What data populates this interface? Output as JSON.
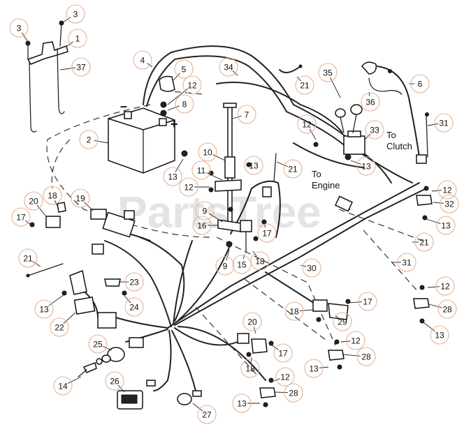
{
  "watermark": {
    "text": "PartsTree",
    "trademark": "™"
  },
  "notes": {
    "to_clutch": "To\nClutch",
    "to_engine": "To\nEngine",
    "plus": "+",
    "minus": "–"
  },
  "callouts": [
    {
      "label": "3"
    },
    {
      "label": "3"
    },
    {
      "label": "1"
    },
    {
      "label": "37"
    },
    {
      "label": "4"
    },
    {
      "label": "5"
    },
    {
      "label": "34"
    },
    {
      "label": "21"
    },
    {
      "label": "35"
    },
    {
      "label": "6"
    },
    {
      "label": "12"
    },
    {
      "label": "8"
    },
    {
      "label": "36"
    },
    {
      "label": "2"
    },
    {
      "label": "7"
    },
    {
      "label": "12"
    },
    {
      "label": "33"
    },
    {
      "label": "31"
    },
    {
      "label": "13"
    },
    {
      "label": "10"
    },
    {
      "label": "13"
    },
    {
      "label": "11"
    },
    {
      "label": "21"
    },
    {
      "label": "13"
    },
    {
      "label": "12"
    },
    {
      "label": "12"
    },
    {
      "label": "32"
    },
    {
      "label": "18"
    },
    {
      "label": "20"
    },
    {
      "label": "19"
    },
    {
      "label": "9"
    },
    {
      "label": "17"
    },
    {
      "label": "16"
    },
    {
      "label": "17"
    },
    {
      "label": "13"
    },
    {
      "label": "21"
    },
    {
      "label": "9"
    },
    {
      "label": "15"
    },
    {
      "label": "18"
    },
    {
      "label": "21"
    },
    {
      "label": "30"
    },
    {
      "label": "31"
    },
    {
      "label": "23"
    },
    {
      "label": "12"
    },
    {
      "label": "17"
    },
    {
      "label": "28"
    },
    {
      "label": "13"
    },
    {
      "label": "24"
    },
    {
      "label": "18"
    },
    {
      "label": "29"
    },
    {
      "label": "22"
    },
    {
      "label": "13"
    },
    {
      "label": "20"
    },
    {
      "label": "12"
    },
    {
      "label": "25"
    },
    {
      "label": "17"
    },
    {
      "label": "28"
    },
    {
      "label": "18"
    },
    {
      "label": "13"
    },
    {
      "label": "14"
    },
    {
      "label": "12"
    },
    {
      "label": "26"
    },
    {
      "label": "28"
    },
    {
      "label": "13"
    },
    {
      "label": "27"
    }
  ]
}
